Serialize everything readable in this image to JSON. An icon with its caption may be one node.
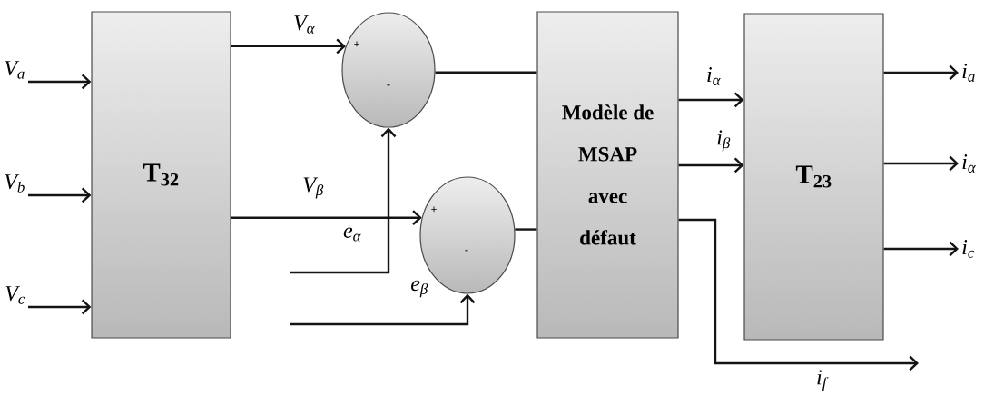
{
  "diagram": {
    "nodes": [
      {
        "text": [
          "V$_{a}$"
        ]
      },
      {
        "text": [
          "V$_{b}$"
        ]
      },
      {
        "text": [
          "V$_{c}$"
        ]
      },
      {
        "text": [
          "T$_{32}$"
        ]
      },
      {
        "text": [
          "+",
          "-"
        ]
      },
      {
        "text": [
          "+",
          "-"
        ]
      },
      {
        "text": [
          "Modèle de MSAP avec défaut"
        ]
      },
      {
        "text": [
          "T$_{23}$"
        ]
      },
      {
        "text": [
          "i$_{a}$"
        ]
      },
      {
        "text": [
          "i$_{α}$"
        ]
      },
      {
        "text": [
          "i$_{c}$"
        ]
      }
    ],
    "edges": [
      {
        "from": 0,
        "to": 3,
        "arrow": "to"
      },
      {
        "from": 1,
        "to": 3,
        "arrow": "to"
      },
      {
        "from": 2,
        "to": 3,
        "arrow": "to"
      },
      {
        "from": 3,
        "to": 4,
        "arrow": "to",
        "label": "V$_{α}$"
      },
      {
        "from": 3,
        "to": 5,
        "arrow": "to",
        "label": "V$_{β}$"
      },
      {
        "from": null,
        "to": 4,
        "arrow": "to",
        "label": "e$_{α}$"
      },
      {
        "from": null,
        "to": 5,
        "arrow": "to",
        "label": "e$_{β}$"
      },
      {
        "from": 4,
        "to": 6,
        "arrow": "none"
      },
      {
        "from": 5,
        "to": 6,
        "arrow": "none"
      },
      {
        "from": 6,
        "to": 7,
        "arrow": "to",
        "label": "i$_{α}$"
      },
      {
        "from": 6,
        "to": 7,
        "arrow": "to",
        "label": "i$_{β}$"
      },
      {
        "from": 6,
        "to": null,
        "arrow": "to",
        "label": "i$_{f}$"
      },
      {
        "from": 7,
        "to": 8,
        "arrow": "to"
      },
      {
        "from": 7,
        "to": 9,
        "arrow": "to"
      },
      {
        "from": 7,
        "to": 10,
        "arrow": "to"
      }
    ]
  }
}
